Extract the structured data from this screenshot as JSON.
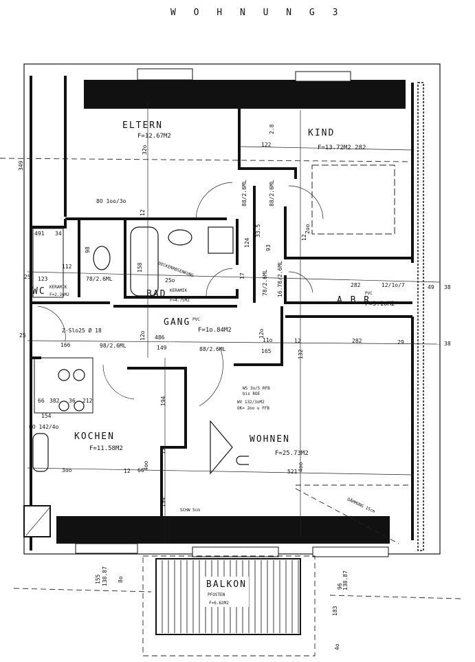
{
  "title": "W O H N U N G   3",
  "rooms": {
    "eltern": {
      "name": "ELTERN",
      "area": "F=12.67M2"
    },
    "kind": {
      "name": "KIND",
      "area": "F=13.72M2 282"
    },
    "wc": {
      "name": "WC",
      "floor": "KERAMIK",
      "area": "F=2.2oM2"
    },
    "bad": {
      "name": "BAD",
      "floor": "KERAMIK",
      "area": "F=4.75M2"
    },
    "gang": {
      "name": "GANG",
      "floor": "PVC",
      "area": "F=1o.84M2"
    },
    "abr": {
      "name": "A.B.R.",
      "floor": "PVC",
      "area": "F=3.1oM2"
    },
    "kochen": {
      "name": "KOCHEN",
      "area": "F=11.58M2"
    },
    "wohnen": {
      "name": "WOHNEN",
      "area": "F=25.73M2"
    },
    "balkon": {
      "name": "BALKON",
      "sub": "PFOSTEN",
      "area": "F=6.62M2"
    }
  },
  "notes": {
    "deckenabsenkung": "DECKENABSENKUNG",
    "ws": "WS 3o/5 RFB",
    "bis_roe": "bis ROE",
    "wv": "WV 132/3oM2",
    "ok": "OK= 2oo u FFB",
    "schw": "SCHW 5cm",
    "daemmung": "DÄMMUNG 15cm",
    "z_sl": "Z-Slo25 Ø 18"
  },
  "dims": [
    "349",
    "32o",
    "2.8",
    "122",
    "8O 1oo/3o",
    "12",
    "88/2.6ML",
    "88/2.6ML",
    "33.5",
    "124",
    "93",
    "2oo",
    "12",
    "491",
    "34",
    "98",
    "112",
    "25",
    "123",
    "78/2.6ML",
    "158",
    "25o",
    "17",
    "78/2.6ML",
    "16.78/2.6ML",
    "282",
    "12/1o/7",
    "49",
    "38",
    "25",
    "166",
    "98/2.6ML",
    "486",
    "149",
    "88/2.6ML",
    "12o",
    "12o",
    "11o",
    "165",
    "12",
    "282",
    "29",
    "38",
    "132",
    "66",
    "154",
    "OO 142/4o",
    "194",
    "3oo",
    "4oo",
    "12",
    "12",
    "66",
    "521",
    "4oo",
    "194",
    "155",
    "138.87",
    "8o",
    "96",
    "138.87",
    "183",
    "4o",
    "382",
    "36",
    "212"
  ]
}
